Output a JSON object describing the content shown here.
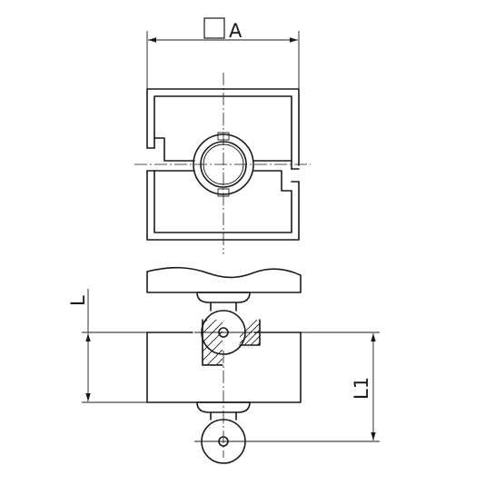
{
  "labels": {
    "width_dimension": "A",
    "height_dimension": "L",
    "overall_dimension": "L1"
  }
}
